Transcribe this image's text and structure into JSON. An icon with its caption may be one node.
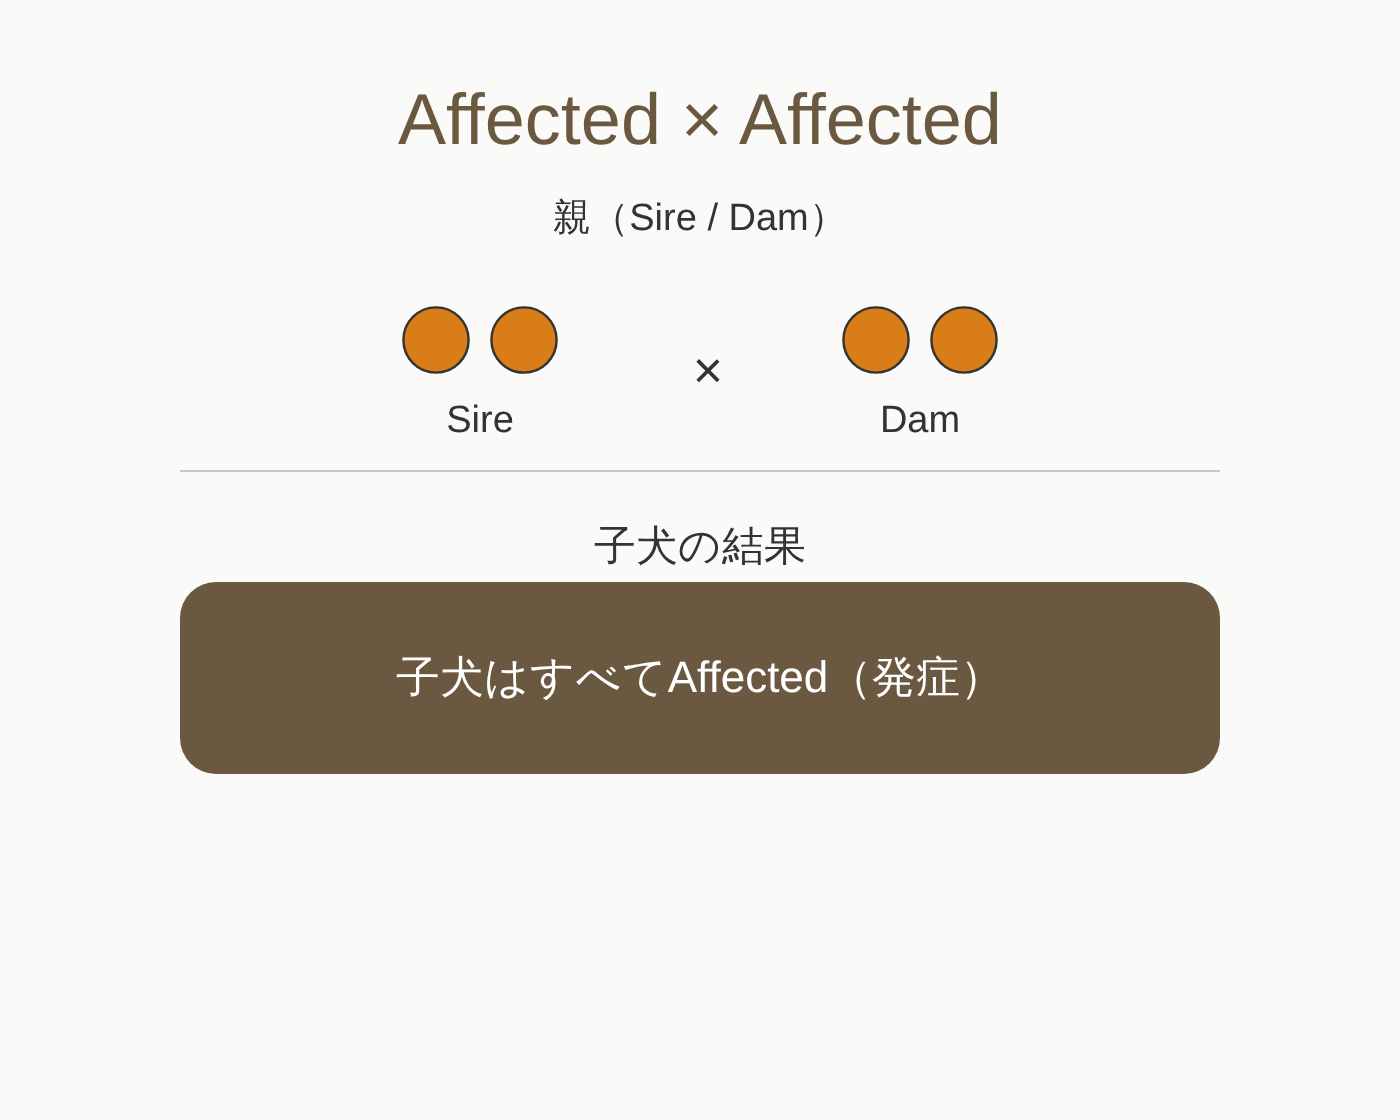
{
  "diagram": {
    "title": "Affected × Affected",
    "nodes": [
      {
        "text": [
          "子犬の結果",
          "子犬はすべてAffected（発症）"
        ]
      }
    ],
    "labels": [
      "親（Sire / Dam）",
      "Sire",
      "×",
      "Dam"
    ]
  }
}
